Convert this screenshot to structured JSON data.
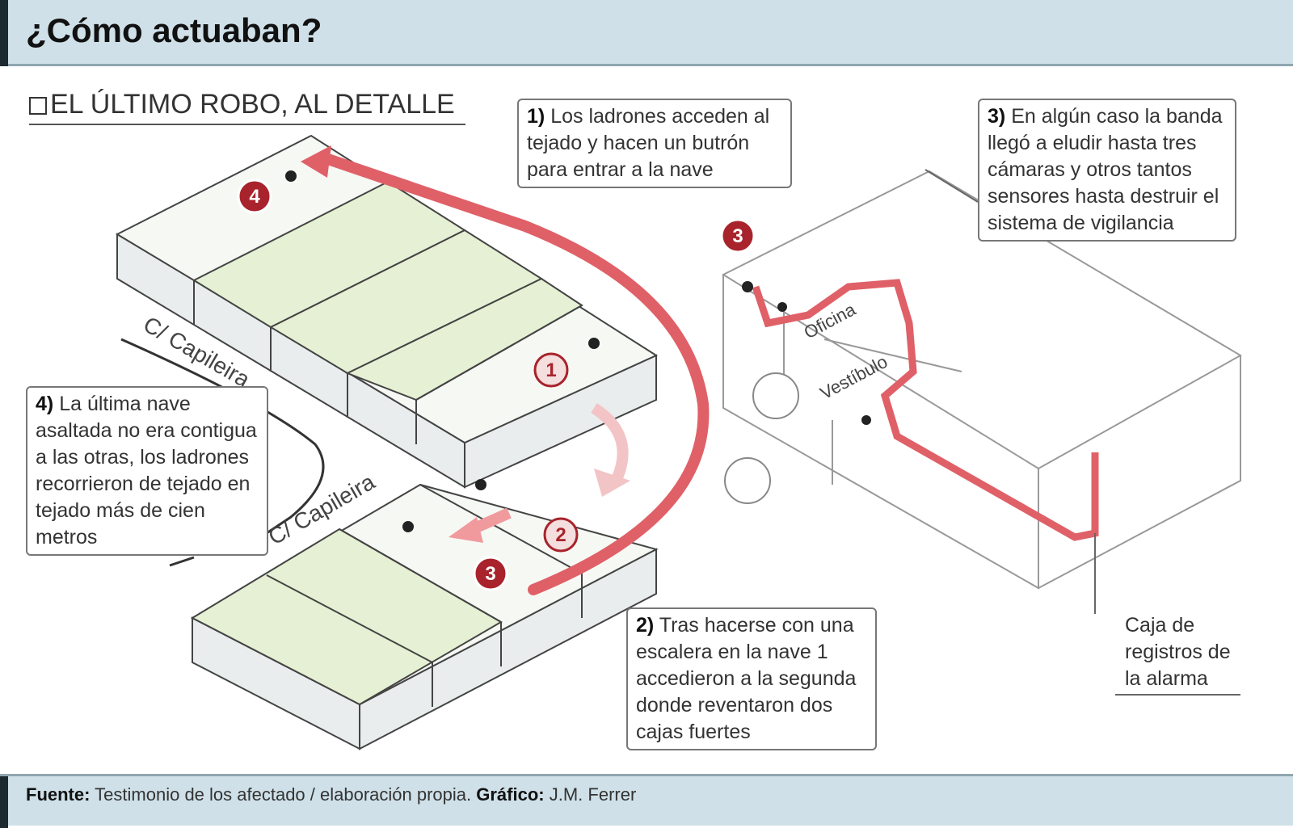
{
  "header": {
    "title": "¿Cómo actuaban?"
  },
  "subtitle": "EL ÚLTIMO ROBO, AL DETALLE",
  "streets": [
    "C/ Capileira",
    "C/ Capileira"
  ],
  "notes": {
    "n1": {
      "num": "1)",
      "text": "Los ladrones acceden al tejado y hacen un butrón para entrar a la nave"
    },
    "n2": {
      "num": "2)",
      "text": "Tras hacerse con una escalera en la nave 1 accedieron a la segunda donde reventaron dos cajas fuertes"
    },
    "n3": {
      "num": "3)",
      "text": "En algún caso la banda llegó a eludir hasta tres cámaras y otros tantos sensores hasta destruir el sistema de vigilancia"
    },
    "n4": {
      "num": "4)",
      "text": "La última nave asaltada no era contigua a las otras, los ladrones recorrieron de tejado en tejado más de cien metros"
    }
  },
  "room_labels": {
    "oficina": "Oficina",
    "vestibulo": "Vestíbulo"
  },
  "alarm_label": "Caja de registros de la alarma",
  "markers": [
    "1",
    "2",
    "3",
    "4",
    "3"
  ],
  "footer": {
    "source_label": "Fuente:",
    "source": "Testimonio de los afectado / elaboración propia.",
    "graphic_label": "Gráfico:",
    "graphic": "J.M. Ferrer"
  },
  "colors": {
    "path": "#e06068",
    "marker": "#a8232b",
    "roof": "#e6f0d4",
    "header": "#cfe0e8"
  }
}
